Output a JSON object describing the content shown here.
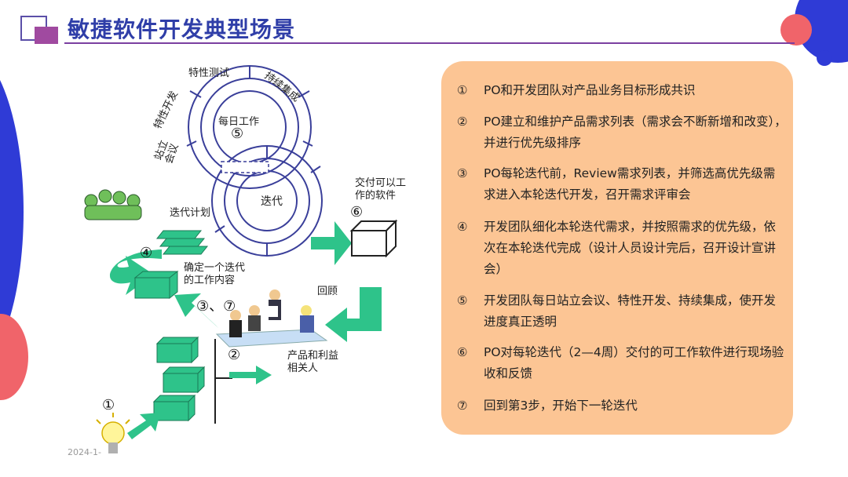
{
  "slide": {
    "title": "敏捷软件开发典型场景",
    "date": "2024-1-"
  },
  "diagram": {
    "labels": {
      "feature_test": "特性测试",
      "continuous_integration": "持续集成",
      "feature_dev": "特性开发",
      "standup_line1": "站立",
      "standup_line2": "会议",
      "daily_work": "每日工作",
      "iteration": "迭代",
      "deliverable_line1": "交付可以工",
      "deliverable_line2": "作的软件",
      "iteration_plan": "迭代计划",
      "define_content_line1": "确定一个迭代",
      "define_content_line2": "的工作内容",
      "review": "回顾",
      "stakeholders_line1": "产品和利益",
      "stakeholders_line2": "相关人"
    },
    "numbers": {
      "n5": "⑤",
      "n6": "⑥",
      "n4": "④",
      "n37": "③、⑦",
      "n2": "②",
      "n1": "①"
    }
  },
  "panel": {
    "items": [
      {
        "num": "①",
        "text": "PO和开发团队对产品业务目标形成共识"
      },
      {
        "num": "②",
        "text": "PO建立和维护产品需求列表（需求会不断新增和改变），并进行优先级排序"
      },
      {
        "num": "③",
        "text": "PO每轮迭代前，Review需求列表，并筛选高优先级需求进入本轮迭代开发，召开需求评审会"
      },
      {
        "num": "④",
        "text": "开发团队细化本轮迭代需求，并按照需求的优先级，依次在本轮迭代完成（设计人员设计完后，召开设计宣讲会）"
      },
      {
        "num": "⑤",
        "text": "开发团队每日站立会议、特性开发、持续集成，使开发进度真正透明"
      },
      {
        "num": "⑥",
        "text": "PO对每轮迭代（2—4周）交付的可工作软件进行现场验收和反馈"
      },
      {
        "num": "⑦",
        "text": "回到第3步，开始下一轮迭代"
      }
    ]
  },
  "colors": {
    "title": "#2f3ea8",
    "panel": "#fcc594",
    "green": "#2ec38a",
    "accent_blue": "#2f3bd6",
    "accent_red": "#f0646a"
  }
}
